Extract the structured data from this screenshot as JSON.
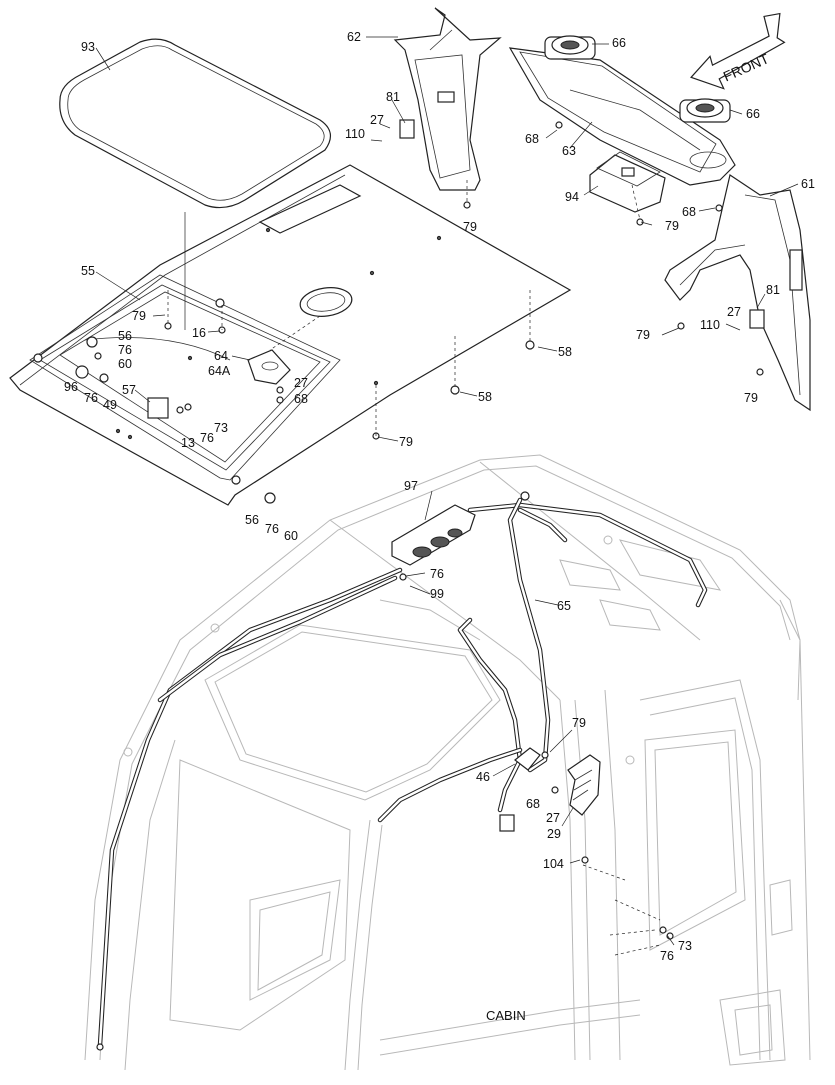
{
  "diagram": {
    "direction_arrow_label": "FRONT",
    "assembly_label": "CABIN",
    "callouts": [
      {
        "id": "93",
        "text": "93"
      },
      {
        "id": "55",
        "text": "55"
      },
      {
        "id": "62",
        "text": "62"
      },
      {
        "id": "81a",
        "text": "81"
      },
      {
        "id": "27a",
        "text": "27"
      },
      {
        "id": "110a",
        "text": "110"
      },
      {
        "id": "79a",
        "text": "79"
      },
      {
        "id": "66a",
        "text": "66"
      },
      {
        "id": "66b",
        "text": "66"
      },
      {
        "id": "68a",
        "text": "68"
      },
      {
        "id": "63",
        "text": "63"
      },
      {
        "id": "94",
        "text": "94"
      },
      {
        "id": "68b",
        "text": "68"
      },
      {
        "id": "79b",
        "text": "79"
      },
      {
        "id": "61",
        "text": "61"
      },
      {
        "id": "81b",
        "text": "81"
      },
      {
        "id": "27b",
        "text": "27"
      },
      {
        "id": "110b",
        "text": "110"
      },
      {
        "id": "79c",
        "text": "79"
      },
      {
        "id": "79d",
        "text": "79"
      },
      {
        "id": "79e",
        "text": "79"
      },
      {
        "id": "16",
        "text": "16"
      },
      {
        "id": "56a",
        "text": "56"
      },
      {
        "id": "76a",
        "text": "76"
      },
      {
        "id": "60a",
        "text": "60"
      },
      {
        "id": "96",
        "text": "96"
      },
      {
        "id": "76b",
        "text": "76"
      },
      {
        "id": "49",
        "text": "49"
      },
      {
        "id": "57",
        "text": "57"
      },
      {
        "id": "13",
        "text": "13"
      },
      {
        "id": "76c",
        "text": "76"
      },
      {
        "id": "73a",
        "text": "73"
      },
      {
        "id": "64",
        "text": "64"
      },
      {
        "id": "64A",
        "text": "64A"
      },
      {
        "id": "27c",
        "text": "27"
      },
      {
        "id": "68c",
        "text": "68"
      },
      {
        "id": "58a",
        "text": "58"
      },
      {
        "id": "58b",
        "text": "58"
      },
      {
        "id": "79f",
        "text": "79"
      },
      {
        "id": "56b",
        "text": "56"
      },
      {
        "id": "76d",
        "text": "76"
      },
      {
        "id": "60b",
        "text": "60"
      },
      {
        "id": "97",
        "text": "97"
      },
      {
        "id": "76e",
        "text": "76"
      },
      {
        "id": "99",
        "text": "99"
      },
      {
        "id": "65",
        "text": "65"
      },
      {
        "id": "79g",
        "text": "79"
      },
      {
        "id": "46",
        "text": "46"
      },
      {
        "id": "68d",
        "text": "68"
      },
      {
        "id": "27d",
        "text": "27"
      },
      {
        "id": "29",
        "text": "29"
      },
      {
        "id": "104",
        "text": "104"
      },
      {
        "id": "73b",
        "text": "73"
      },
      {
        "id": "76f",
        "text": "76"
      }
    ]
  }
}
